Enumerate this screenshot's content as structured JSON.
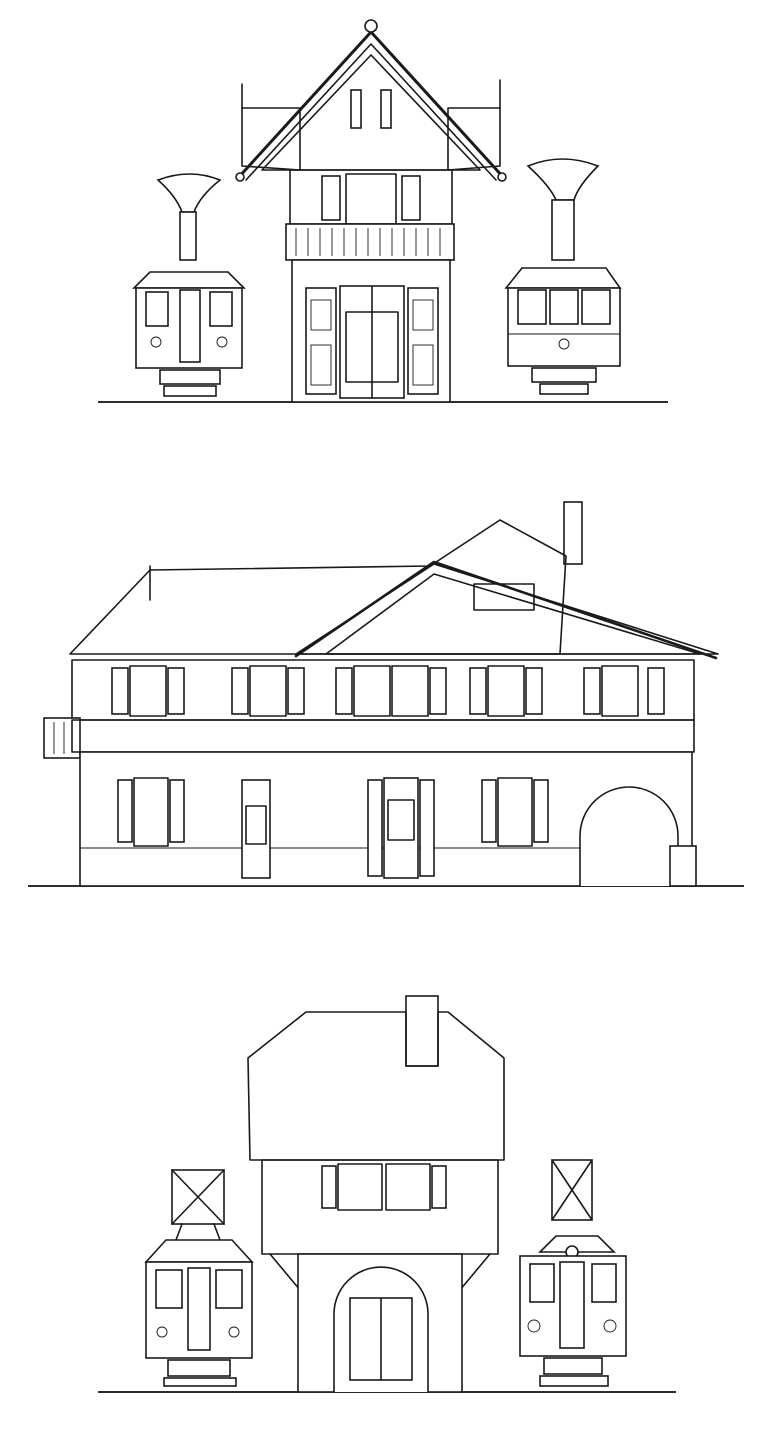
{
  "drawing": {
    "ink_color": "#1a1a1a",
    "paper_color": "#ffffff",
    "roof_texture": "stippled"
  },
  "elevations": [
    {
      "id": "gable-end-front",
      "items": [
        "tram-left",
        "station-gable-building",
        "tram-right"
      ]
    },
    {
      "id": "long-side",
      "items": [
        "station-long-building"
      ]
    },
    {
      "id": "tower-end",
      "items": [
        "tram-left",
        "station-tower-building",
        "tram-right"
      ]
    }
  ]
}
